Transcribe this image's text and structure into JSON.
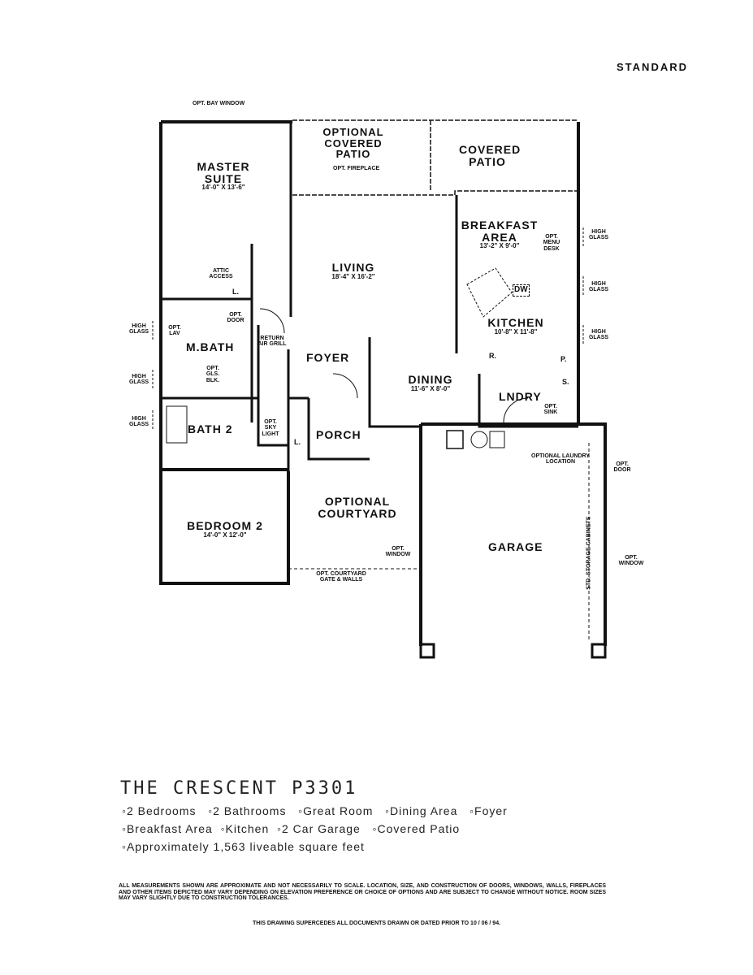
{
  "header": {
    "label": "STANDARD"
  },
  "plan": {
    "opt_bay_window": "OPT. BAY WINDOW",
    "master_suite": {
      "name": "MASTER SUITE",
      "dims": "14'-0\" X 13'-6\""
    },
    "optional_covered_patio": "OPTIONAL COVERED PATIO",
    "opt_fireplace": "OPT. FIREPLACE",
    "covered_patio": "COVERED PATIO",
    "breakfast_area": {
      "name": "BREAKFAST AREA",
      "dims": "13'-2\" X 9'-0\""
    },
    "opt_menu_desk": "OPT. MENU DESK",
    "living": {
      "name": "LIVING",
      "dims": "18'-4\" X 16'-2\""
    },
    "attic_access": "ATTIC ACCESS",
    "linen": "L.",
    "opt_door": "OPT. DOOR",
    "opt_lav": "OPT. LAV",
    "m_bath": "M.BATH",
    "opt_gls_blk": "OPT. GLS. BLK.",
    "return_air_grill": "RETURN AIR GRILL",
    "foyer": "FOYER",
    "dw": "DW",
    "kitchen": {
      "name": "KITCHEN",
      "dims": "10'-8\" X 11'-8\""
    },
    "refrigerator": "R.",
    "pantry": "P.",
    "storage": "S.",
    "dining": {
      "name": "DINING",
      "dims": "11'-6\" X 8'-0\""
    },
    "laundry": "LNDRY",
    "opt_sink": "OPT. SINK",
    "bath_2": "BATH 2",
    "opt_sky_light": "OPT. SKY LIGHT",
    "porch": "PORCH",
    "optional_laundry_location": "OPTIONAL LAUNDRY LOCATION",
    "opt_door_garage": "OPT. DOOR",
    "bedroom_2": {
      "name": "BEDROOM 2",
      "dims": "14'-0\" X 12'-0\""
    },
    "optional_courtyard": "OPTIONAL COURTYARD",
    "opt_window": "OPT. WINDOW",
    "opt_courtyard_gate": "OPT. COURTYARD GATE & WALLS",
    "garage": "GARAGE",
    "std_storage_cabinets": "STD. STORAGE CABINETS",
    "opt_window_garage": "OPT. WINDOW",
    "high_glass": "HIGH GLASS"
  },
  "title": "THE CRESCENT   P3301",
  "features": [
    "2 Bedrooms",
    "2 Bathrooms",
    "Great Room",
    "Dining Area",
    "Foyer",
    "Breakfast Area",
    "Kitchen",
    "2 Car Garage",
    "Covered Patio",
    "Approximately 1,563 liveable square feet"
  ],
  "disclaimer": "ALL MEASUREMENTS SHOWN ARE APPROXIMATE AND NOT NECESSARILY TO SCALE. LOCATION, SIZE, AND CONSTRUCTION OF DOORS, WINDOWS, WALLS, FIREPLACES AND OTHER ITEMS DEPICTED MAY VARY DEPENDING ON ELEVATION PREFERENCE OR CHOICE OF OPTIONS AND ARE SUBJECT TO CHANGE WITHOUT NOTICE. ROOM SIZES MAY VARY SLIGHTLY DUE TO CONSTRUCTION TOLERANCES.",
  "supersedes": "THIS DRAWING SUPERCEDES ALL DOCUMENTS DRAWN OR DATED PRIOR TO 10 / 06 / 94."
}
